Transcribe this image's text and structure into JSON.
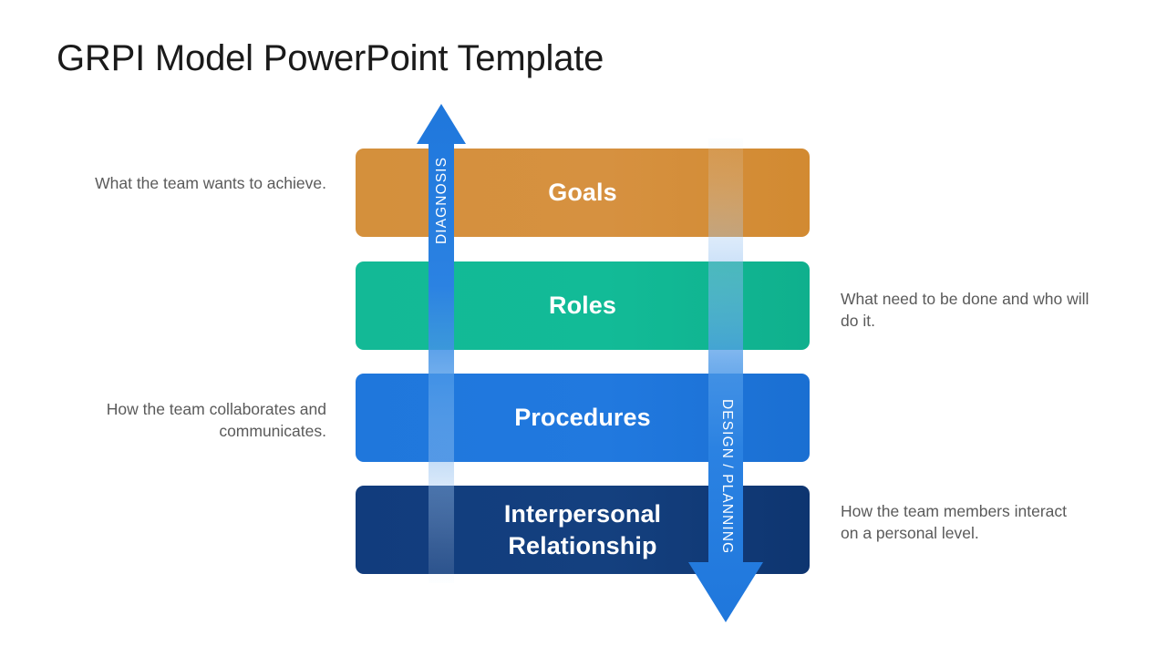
{
  "page": {
    "title": "GRPI Model PowerPoint Template",
    "background": "#ffffff"
  },
  "arrows": [
    {
      "name": "diagnosis",
      "label": "DIAGNOSIS",
      "direction": "up",
      "color": "#1f77dc"
    },
    {
      "name": "design-planning",
      "label": "DESIGN / PLANNING",
      "direction": "down",
      "color": "#1f77dc"
    }
  ],
  "rows": [
    {
      "key": "goals",
      "label": "Goals",
      "color": "#d4903c",
      "description": "What the team wants to achieve.",
      "description_side": "left"
    },
    {
      "key": "roles",
      "label": "Roles",
      "color": "#13b996",
      "description": "What need to be done and who will do it.",
      "description_side": "right"
    },
    {
      "key": "procedures",
      "label": "Procedures",
      "color": "#1f77dc",
      "description": "How the team collaborates and communicates.",
      "description_side": "left"
    },
    {
      "key": "interpersonal",
      "label_line1": "Interpersonal",
      "label_line2": "Relationship",
      "color": "#113c7d",
      "description": "How the team members interact on a personal level.",
      "description_side": "right"
    }
  ]
}
